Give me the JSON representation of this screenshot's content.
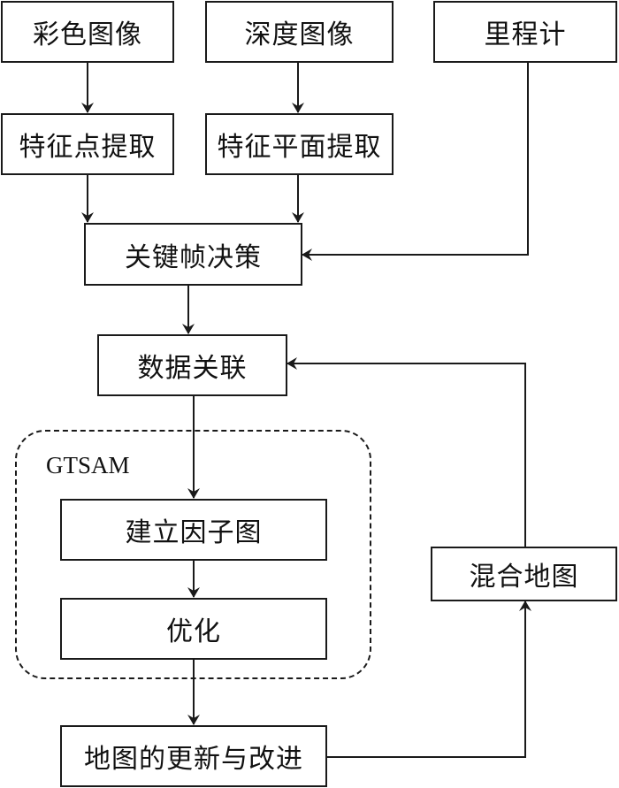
{
  "diagram": {
    "nodes": {
      "color_image": "彩色图像",
      "depth_image": "深度图像",
      "odometer": "里程计",
      "feature_point_extraction": "特征点提取",
      "feature_plane_extraction": "特征平面提取",
      "keyframe_decision": "关键帧决策",
      "data_association": "数据关联",
      "build_factor_graph": "建立因子图",
      "optimization": "优化",
      "map_update_improvement": "地图的更新与改进",
      "hybrid_map": "混合地图"
    },
    "group": {
      "label": "GTSAM",
      "members": [
        "build_factor_graph",
        "optimization"
      ]
    },
    "edges": [
      {
        "from": "color_image",
        "to": "feature_point_extraction"
      },
      {
        "from": "depth_image",
        "to": "feature_plane_extraction"
      },
      {
        "from": "feature_point_extraction",
        "to": "keyframe_decision"
      },
      {
        "from": "feature_plane_extraction",
        "to": "keyframe_decision"
      },
      {
        "from": "odometer",
        "to": "keyframe_decision"
      },
      {
        "from": "keyframe_decision",
        "to": "data_association"
      },
      {
        "from": "data_association",
        "to": "build_factor_graph"
      },
      {
        "from": "build_factor_graph",
        "to": "optimization"
      },
      {
        "from": "optimization",
        "to": "map_update_improvement"
      },
      {
        "from": "map_update_improvement",
        "to": "hybrid_map"
      },
      {
        "from": "hybrid_map",
        "to": "data_association"
      }
    ]
  }
}
